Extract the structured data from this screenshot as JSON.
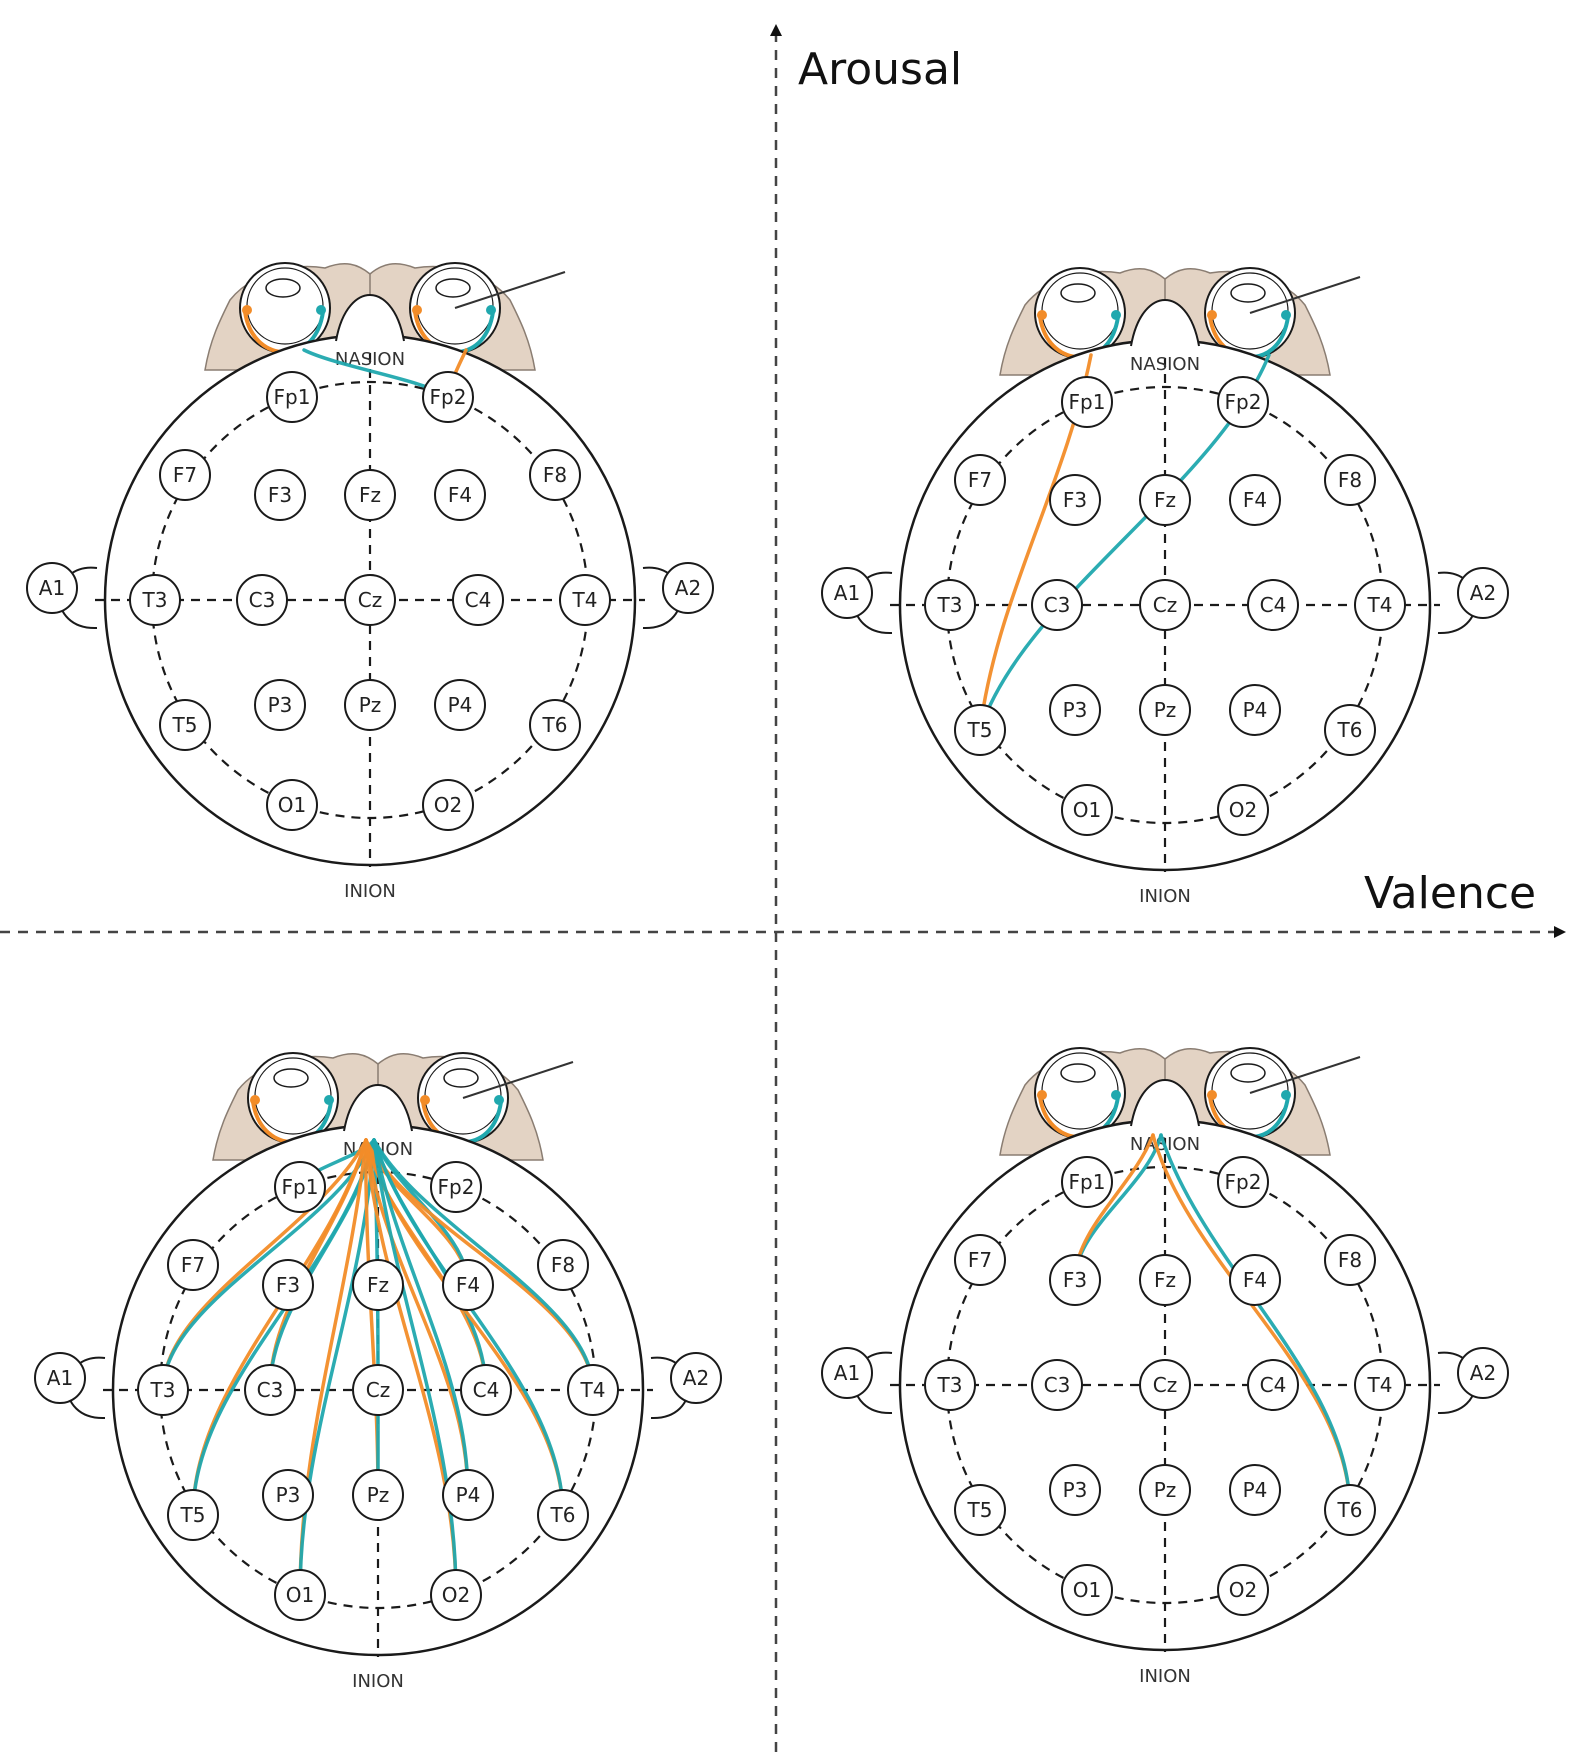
{
  "axes": {
    "vertical_label": "Arousal",
    "horizontal_label": "Valence"
  },
  "landmarks": {
    "nasion": "NASION",
    "inion": "INION"
  },
  "electrodes": [
    "Fp1",
    "Fp2",
    "F7",
    "F3",
    "Fz",
    "F4",
    "F8",
    "A1",
    "T3",
    "C3",
    "Cz",
    "C4",
    "T4",
    "A2",
    "T5",
    "P3",
    "Pz",
    "P4",
    "T6",
    "O1",
    "O2"
  ],
  "colors": {
    "orange": "#f28c28",
    "teal": "#20a8ae",
    "brain": "#e3d3c4",
    "line": "#1a1a1a"
  },
  "panels": [
    {
      "quadrant": "top-left",
      "connections": [
        {
          "from": "left-eye",
          "to": "Fp2",
          "color": "teal"
        },
        {
          "from": "right-eye",
          "to": "Fp2",
          "color": "orange"
        }
      ]
    },
    {
      "quadrant": "top-right",
      "connections": [
        {
          "from": "left-eye",
          "to": "T5",
          "color": "orange"
        },
        {
          "from": "right-eye",
          "to": "T5",
          "color": "teal"
        }
      ]
    },
    {
      "quadrant": "bottom-left",
      "connections": [
        {
          "from": "eyes",
          "to": "Fp1",
          "color": "teal"
        },
        {
          "from": "eyes",
          "to": "T3",
          "color": "orange"
        },
        {
          "from": "eyes",
          "to": "T3",
          "color": "teal"
        },
        {
          "from": "eyes",
          "to": "C3",
          "color": "orange"
        },
        {
          "from": "eyes",
          "to": "C3",
          "color": "teal"
        },
        {
          "from": "eyes",
          "to": "T5",
          "color": "orange"
        },
        {
          "from": "eyes",
          "to": "T5",
          "color": "teal"
        },
        {
          "from": "eyes",
          "to": "O1",
          "color": "orange"
        },
        {
          "from": "eyes",
          "to": "O1",
          "color": "teal"
        },
        {
          "from": "eyes",
          "to": "Pz",
          "color": "orange"
        },
        {
          "from": "eyes",
          "to": "Pz",
          "color": "teal"
        },
        {
          "from": "eyes",
          "to": "F4",
          "color": "orange"
        },
        {
          "from": "eyes",
          "to": "F4",
          "color": "teal"
        },
        {
          "from": "eyes",
          "to": "C4",
          "color": "orange"
        },
        {
          "from": "eyes",
          "to": "C4",
          "color": "teal"
        },
        {
          "from": "eyes",
          "to": "T4",
          "color": "orange"
        },
        {
          "from": "eyes",
          "to": "T4",
          "color": "teal"
        },
        {
          "from": "eyes",
          "to": "T6",
          "color": "orange"
        },
        {
          "from": "eyes",
          "to": "T6",
          "color": "teal"
        },
        {
          "from": "eyes",
          "to": "P4",
          "color": "orange"
        },
        {
          "from": "eyes",
          "to": "P4",
          "color": "teal"
        },
        {
          "from": "eyes",
          "to": "O2",
          "color": "orange"
        },
        {
          "from": "eyes",
          "to": "O2",
          "color": "teal"
        }
      ]
    },
    {
      "quadrant": "bottom-right",
      "connections": [
        {
          "from": "eyes",
          "to": "F3",
          "color": "teal"
        },
        {
          "from": "eyes",
          "to": "F3",
          "color": "orange"
        },
        {
          "from": "eyes",
          "to": "T6",
          "color": "orange"
        },
        {
          "from": "eyes",
          "to": "T6",
          "color": "teal"
        }
      ]
    }
  ]
}
